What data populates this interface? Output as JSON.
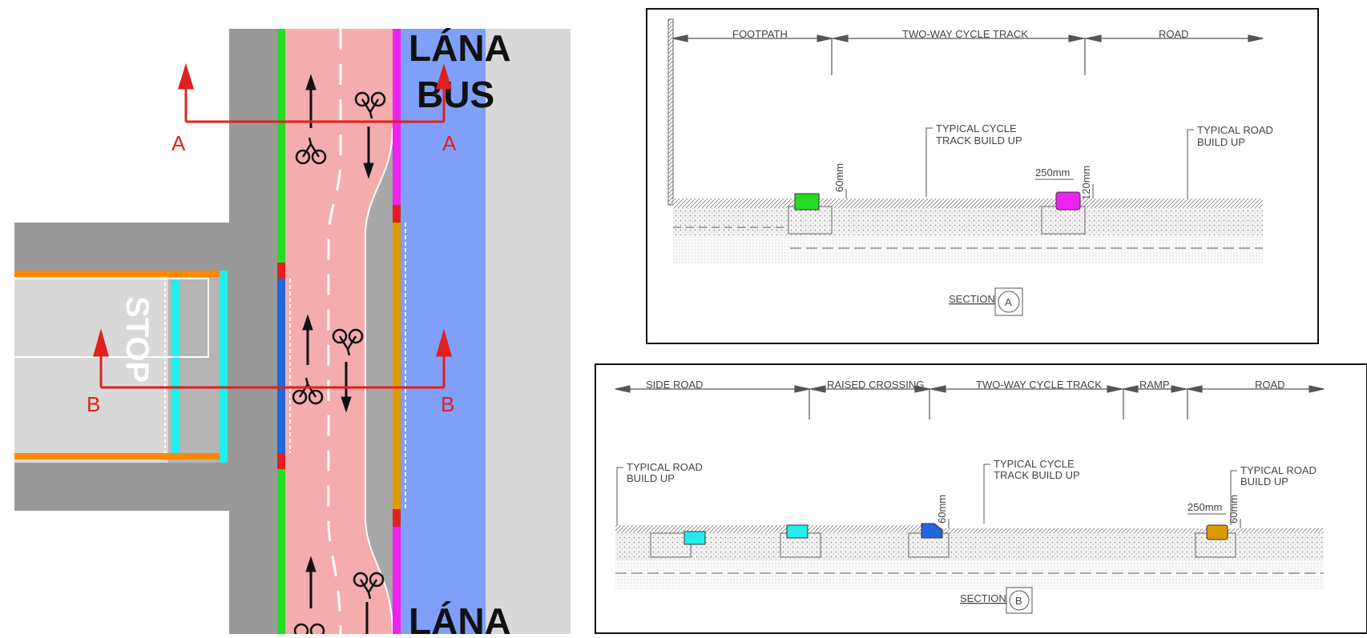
{
  "plan": {
    "bus_lane_label_top": [
      "LÁNA",
      "BUS"
    ],
    "bus_lane_label_bottom": "LÁNA",
    "stop_label": "STOP",
    "section_a_labels": [
      "A",
      "A"
    ],
    "section_b_labels": [
      "B",
      "B"
    ]
  },
  "section_a": {
    "dims": [
      "FOOTPATH",
      "TWO-WAY CYCLE TRACK",
      "ROAD"
    ],
    "callout_cycle": [
      "TYPICAL CYCLE",
      "TRACK BUILD UP"
    ],
    "callout_road": [
      "TYPICAL ROAD",
      "BUILD UP"
    ],
    "dim_60": "60mm",
    "dim_250": "250mm",
    "dim_120": "120mm",
    "section_word": "SECTION",
    "section_letter": "A"
  },
  "section_b": {
    "dims": [
      "SIDE ROAD",
      "RAISED CROSSING",
      "TWO-WAY CYCLE TRACK",
      "RAMP",
      "ROAD"
    ],
    "callout_road_left": [
      "TYPICAL ROAD",
      "BUILD UP"
    ],
    "callout_cycle": [
      "TYPICAL CYCLE",
      "TRACK BUILD UP"
    ],
    "callout_road_right": [
      "TYPICAL ROAD",
      "BUILD UP"
    ],
    "dim_60": "60mm",
    "dim_250": "250mm",
    "dim_60b": "60mm",
    "section_word": "SECTION",
    "section_letter": "B"
  },
  "colors": {
    "cycle_track": "#f4acac",
    "bus_lane": "#7f9ff8",
    "road": "#999999",
    "side_road": "#d6d6d6",
    "green_kerb": "#22dd22",
    "magenta_kerb": "#ee22ee",
    "blue_kerb": "#2266dd",
    "orange_kerb": "#dd9900",
    "cyan_kerb": "#22eeee",
    "red_marker": "#e02020",
    "orange_line": "#ff8800"
  }
}
